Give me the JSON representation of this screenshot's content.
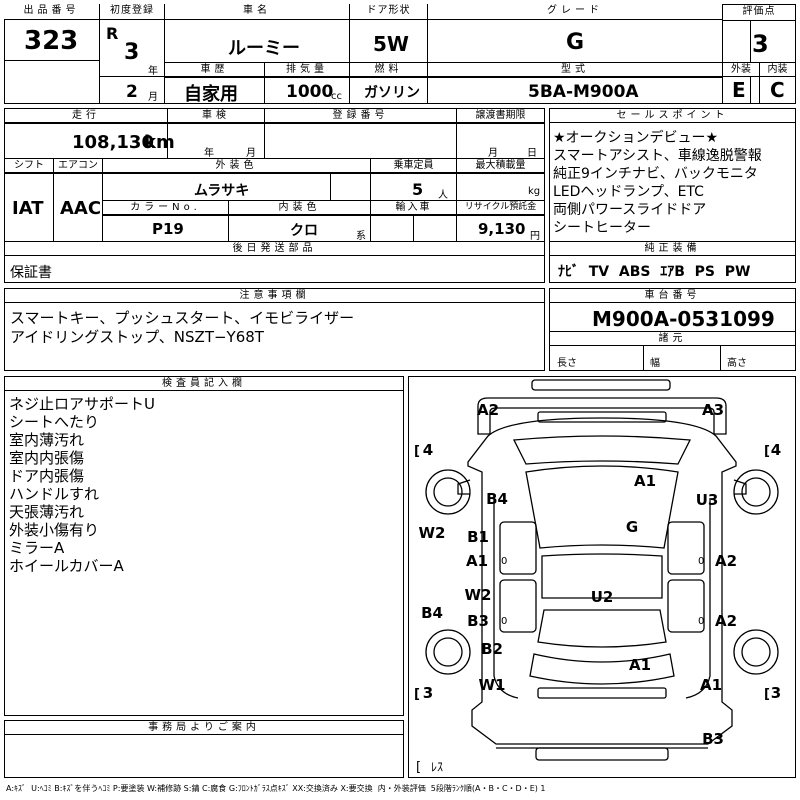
{
  "headers": {
    "lot_no": "出品番号",
    "first_reg": "初度登録",
    "car_name": "車名",
    "door_type": "ドア形状",
    "grade": "グレード",
    "score": "評価点",
    "history": "車歴",
    "displacement": "排気量",
    "fuel": "燃料",
    "model": "型式",
    "exterior": "外装",
    "interior": "内装",
    "mileage": "走行",
    "inspection": "車検",
    "reg_no": "登録番号",
    "transfer_doc": "譲渡書期限",
    "sales_point": "セールスポイント",
    "shift": "シフト",
    "aircon": "エアコン",
    "ext_color": "外装色",
    "capacity": "乗車定員",
    "max_load": "最大積載量",
    "color_no": "カラーNo.",
    "int_color": "内装色",
    "import": "輸入車",
    "recycle": "リサイクル預託金",
    "later_parts": "後日発送部品",
    "genuine_equip": "純正装備",
    "notes": "注意事項欄",
    "chassis_no": "車台番号",
    "specs": "諸元",
    "inspector": "検査員記入欄",
    "office": "事務局よりご案内"
  },
  "values": {
    "lot_no": "323",
    "era": "R",
    "year": "3",
    "year_unit": "年",
    "month": "2",
    "month_unit": "月",
    "car_name": "ルーミー",
    "door_type": "5W",
    "grade": "G",
    "score": "3",
    "history": "自家用",
    "displacement": "1000",
    "displacement_unit": "cc",
    "fuel": "ガソリン",
    "model": "5BA-M900A",
    "exterior": "E",
    "interior": "C",
    "mileage": "108,130",
    "mileage_unit": "km",
    "inspection_year_unit": "年",
    "inspection_month_unit": "月",
    "transfer_month_unit": "月",
    "transfer_day_unit": "日",
    "shift": "IAT",
    "aircon": "AAC",
    "ext_color": "ムラサキ",
    "capacity": "5",
    "capacity_unit": "人",
    "load_unit": "kg",
    "color_no": "P19",
    "int_color": "クロ",
    "int_color_unit": "系",
    "recycle": "9,130",
    "recycle_unit": "円",
    "later_parts": "保証書",
    "genuine_equip": "ﾅﾋﾞ  TV  ABS  ｴｱB  PS  PW",
    "notes": "スマートキー、プッシュスタート、イモビライザー\nアイドリングストップ、NSZT−Y68T",
    "chassis_no": "M900A-0531099",
    "length_label": "長さ",
    "width_label": "幅",
    "height_label": "高さ"
  },
  "sales_points": "★オークションデビュー★\nスマートアシスト、車線逸脱警報\n純正9インチナビ、バックモニタ\nLEDヘッドランプ、ETC\n両側パワースライドドア\nシートヒーター",
  "inspector_notes": "ネジ止ロアサポートU\nシートへたり\n室内薄汚れ\n室内内張傷\nドア内張傷\nハンドルすれ\n天張薄汚れ\n外装小傷有り\nミラーA\nホイールカバーA",
  "damage_marks": [
    "A2",
    "A3",
    "4",
    "4",
    "A1",
    "B4",
    "U3",
    "W2",
    "B1",
    "G",
    "A1",
    "A2",
    "W2",
    "U2",
    "B4",
    "B3",
    "A2",
    "B2",
    "A1",
    "W1",
    "A1",
    "3",
    "3",
    "B3",
    "ﾚｽ"
  ],
  "legend": "A:ｷｽﾞ  U:ﾍｺﾐ B:ｷｽﾞを伴うﾍｺﾐ P:要塗装 W:補修跡 S:錆 C:腐食 G:ﾌﾛﾝﾄｶﾞﾗｽ点ｷｽﾞ XX:交換済み X:要交換  内・外装評価  5段階ﾗﾝｸ順(A・B・C・D・E) 1"
}
